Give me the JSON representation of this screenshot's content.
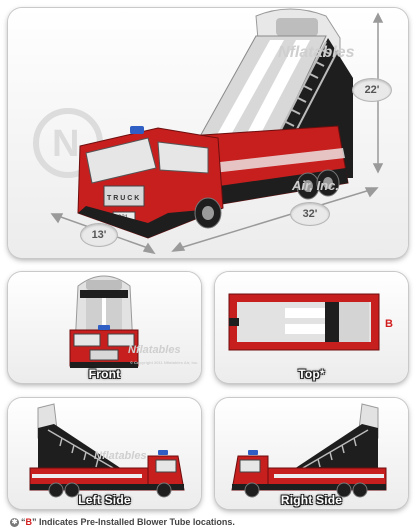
{
  "dimensions": {
    "height": "22'",
    "length": "32'",
    "width": "13'"
  },
  "watermark": {
    "brand": "Nflatables",
    "air": "Air, Inc.",
    "small": "© Copyright 2011 Nflatables Air, Inc."
  },
  "truck_text": {
    "grille": "T R U C K",
    "plate": "321"
  },
  "views": {
    "front": "Front",
    "top": "Top*",
    "left": "Left Side",
    "right": "Right Side"
  },
  "top_marker": "B",
  "footnote": {
    "prefix": "“",
    "letter": "B",
    "suffix": "” Indicates Pre-Installed Blower Tube locations."
  },
  "colors": {
    "red": "#c71e1e",
    "dark_red": "#8d1111",
    "black": "#1e1e1e",
    "gray": "#9a9a9a",
    "light_gray": "#e2e2e2",
    "blue": "#2f5fc4",
    "marker_red": "#d21c1c"
  }
}
